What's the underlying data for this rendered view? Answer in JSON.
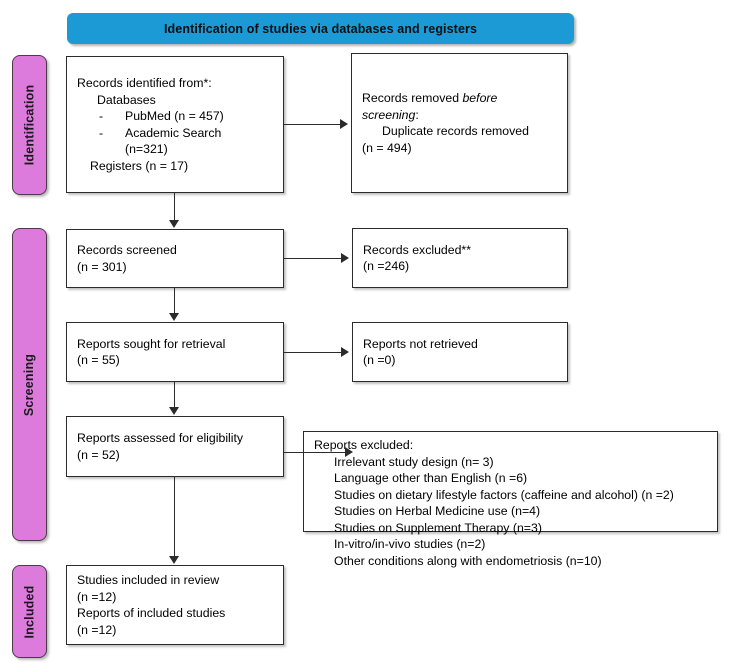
{
  "banner": {
    "title": "Identification of studies via databases and registers",
    "color": "#1b9ad6"
  },
  "phases": {
    "identification": "Identification",
    "screening": "Screening",
    "included": "Included",
    "color": "#dd7bdd"
  },
  "boxes": {
    "identified": {
      "line1": "Records identified from*:",
      "line2": "Databases",
      "line3_dash": "-",
      "line3": "PubMed (n = 457)",
      "line4_dash": "-",
      "line4": "Academic Search",
      "line5": "(n=321)",
      "line6": "Registers (n = 17)"
    },
    "removed": {
      "line1a": "Records removed ",
      "line1b": "before",
      "line2a": "screening",
      "line2b": ":",
      "line3": "Duplicate records removed",
      "line4": "(n =  494)"
    },
    "screened": {
      "line1": "Records screened",
      "line2": "(n = 301)"
    },
    "excluded_screen": {
      "line1": "Records excluded**",
      "line2": "(n =246)"
    },
    "sought": {
      "line1": "Reports sought for retrieval",
      "line2": "(n = 55)"
    },
    "not_retrieved": {
      "line1": "Reports not retrieved",
      "line2": "(n =0)"
    },
    "eligibility": {
      "line1": "Reports assessed for eligibility",
      "line2": "(n = 52)"
    },
    "reports_excluded": {
      "header": "Reports excluded:",
      "reasons": [
        "Irrelevant study design (n=  3)",
        "Language other than English (n =6)",
        "Studies on dietary lifestyle factors (caffeine and alcohol) (n =2)",
        "Studies on Herbal Medicine use (n=4)",
        "Studies on Supplement Therapy (n=3)",
        "In-vitro/in-vivo studies (n=2)",
        "Other conditions along with endometriosis (n=10)"
      ]
    },
    "included": {
      "line1": "Studies included in review",
      "line2": "(n =12)",
      "line3": "Reports of included studies",
      "line4": "(n =12)"
    }
  }
}
